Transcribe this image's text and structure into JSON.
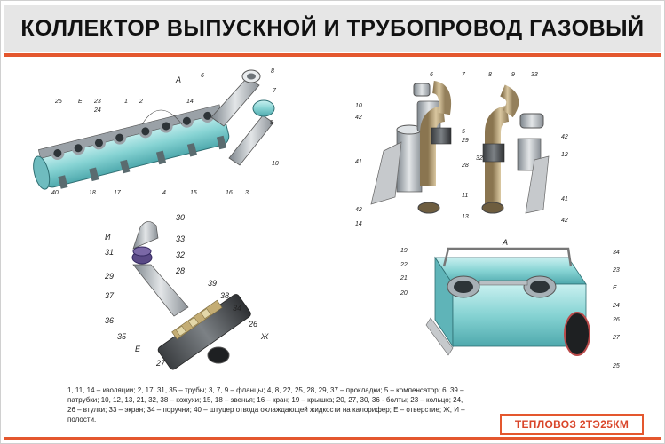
{
  "title": "КОЛЛЕКТОР ВЫПУСКНОЙ И ТРУБОПРОВОД ГАЗОВЫЙ",
  "legend": "1, 11, 14 – изоляции; 2, 17, 31, 35 – трубы; 3, 7, 9 – фланцы; 4, 8, 22, 25, 28, 29, 37 – прокладки; 5 – компенсатор; 6, 39 – патрубки; 10, 12, 13, 21, 32, 38 – кожухи; 15, 18 – звенья; 16 – кран; 19 – крышка; 20, 27, 30, 36 - болты; 23 – кольцо; 24, 26 – втулки; 33 – экран; 34 – поручни; 40 – штуцер отвода охлаждающей жидкости на калорифер; Е – отверстие; Ж, И – полости.",
  "brand": "ТЕПЛОВОЗ 2ТЭ25КМ",
  "colors": {
    "accent": "#e4572e",
    "teal": "#8fd8d8",
    "metal": "#b9bfc4",
    "bronze": "#b8a27a"
  },
  "diagram1": {
    "view_label": "А",
    "labels": [
      "25",
      "Е",
      "23",
      "24",
      "1",
      "2",
      "14",
      "6",
      "8",
      "7",
      "9",
      "10",
      "40",
      "18",
      "17",
      "4",
      "15",
      "16",
      "3"
    ]
  },
  "diagram2": {
    "labels": [
      "6",
      "7",
      "8",
      "9",
      "33",
      "10",
      "42",
      "5",
      "29",
      "28",
      "32",
      "41",
      "42",
      "14",
      "11",
      "13",
      "42",
      "12",
      "41",
      "42"
    ]
  },
  "diagram3": {
    "labels": [
      "30",
      "И",
      "31",
      "33",
      "32",
      "29",
      "28",
      "37",
      "39",
      "38",
      "34",
      "36",
      "35",
      "26",
      "Е",
      "Ж",
      "27"
    ]
  },
  "diagram4": {
    "view_label": "А",
    "labels": [
      "34",
      "19",
      "22",
      "21",
      "20",
      "23",
      "Е",
      "24",
      "26",
      "27",
      "25"
    ]
  }
}
